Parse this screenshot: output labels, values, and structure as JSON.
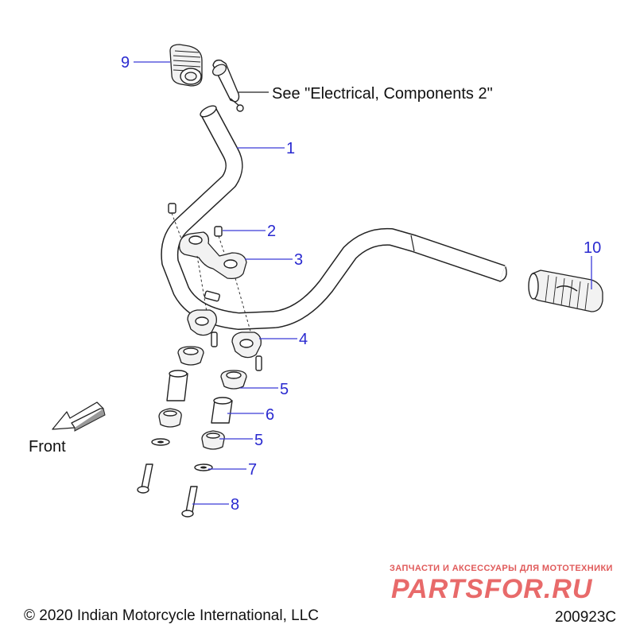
{
  "callouts": [
    {
      "id": "9",
      "label": "9"
    },
    {
      "id": "1",
      "label": "1"
    },
    {
      "id": "2",
      "label": "2"
    },
    {
      "id": "3",
      "label": "3"
    },
    {
      "id": "10",
      "label": "10"
    },
    {
      "id": "4",
      "label": "4"
    },
    {
      "id": "5a",
      "label": "5"
    },
    {
      "id": "6",
      "label": "6"
    },
    {
      "id": "5b",
      "label": "5"
    },
    {
      "id": "7",
      "label": "7"
    },
    {
      "id": "8",
      "label": "8"
    }
  ],
  "note": "See \"Electrical, Components 2\"",
  "front_label": "Front",
  "copyright": "© 2020 Indian Motorcycle International, LLC",
  "diagram_id": "200923C",
  "watermark": {
    "tagline": "ЗАПЧАСТИ И АКСЕССУАРЫ ДЛЯ МОТОТЕХНИКИ",
    "logo": "PARTSFOR.RU"
  },
  "colors": {
    "callout": "#2a2ad0",
    "watermark": "#e86a6a"
  }
}
